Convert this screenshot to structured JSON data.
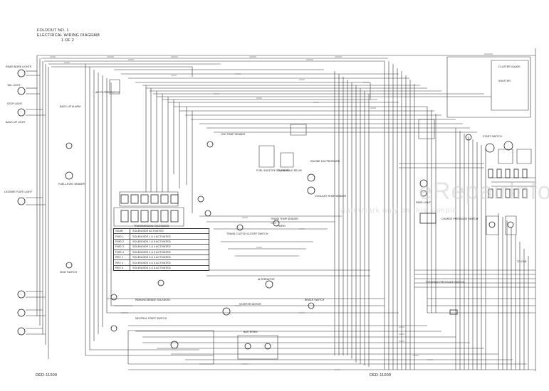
{
  "header": {
    "line1": "FOLDOUT NO. 1",
    "line2": "ELECTRICAL WIRING DIAGRAM",
    "line3": "1 OF 2"
  },
  "doc_code_left": "DED-11009",
  "doc_code_center": "DED-11009",
  "watermark": {
    "main": "eRepairInfo",
    "sub": "watermark only on this sample"
  },
  "solenoid_table": {
    "title": "TRANSMISSION SOLENOIDS",
    "col_gear": "GEAR",
    "col_sol": "SOLENOIDS ACTIVATED",
    "rows": [
      {
        "gear": "FWD 1",
        "sol": "SOLENOIDS 1 & 4 ACTIVATED"
      },
      {
        "gear": "FWD 2",
        "sol": "SOLENOIDS 1 & 5 ACTIVATED"
      },
      {
        "gear": "FWD 3",
        "sol": "SOLENOIDS 2 & 4 ACTIVATED"
      },
      {
        "gear": "FWD 4",
        "sol": "SOLENOIDS 2 & 5 ACTIVATED"
      },
      {
        "gear": "REV 1",
        "sol": "SOLENOIDS 3 & 4 ACTIVATED"
      },
      {
        "gear": "REV 2",
        "sol": "SOLENOIDS 3 & 5 ACTIVATED"
      },
      {
        "gear": "REV 3",
        "sol": "SOLENOIDS 3 & 6 ACTIVATED"
      }
    ]
  },
  "components": {
    "rear_work_lights": "REAR WORK LIGHTS",
    "tail_light": "TAIL LIGHT",
    "stop_light": "STOP LIGHT",
    "back_up_light": "BACK-UP LIGHT",
    "back_up_alarm": "BACK-UP ALARM",
    "fuel_sender": "FUEL LEVEL SENDER",
    "license_plate": "LICENSE PLATE LIGHT",
    "seat_switch": "SEAT SWITCH",
    "alternator": "ALTERNATOR",
    "batteries": "BATTERIES",
    "starter": "STARTER MOTOR",
    "brake_switch": "BRAKE SWITCH",
    "hyd_temp": "HYD TEMP SENDER",
    "park_brake": "PARKING BRAKE SOLENOID",
    "trans_temp": "TRANS TEMP SENDER",
    "neutral_switch": "NEUTRAL START SWITCH",
    "cluster": "CLUSTER GAUGE",
    "shutter": "SHUTTER",
    "start_switch": "START SWITCH",
    "steer_pressure": "STEERING PRESSURE SWITCH",
    "charge_press": "CHARGE PRESSURE SWITCH",
    "park_light": "PARK LIGHT",
    "trans_clutch": "TRANS CLUTCH CUTOFF SWITCH",
    "engine_oil": "ENGINE OIL PRESSURE",
    "coolant_temp": "COOLANT TEMP SENDER",
    "air_filter": "AIR FILTER SWITCH",
    "fuel_shutoff": "FUEL SHUTOFF SOLENOID",
    "glow_plug": "GLOW PLUG RELAY",
    "horn": "HORN",
    "to_cab": "TO CAB"
  }
}
